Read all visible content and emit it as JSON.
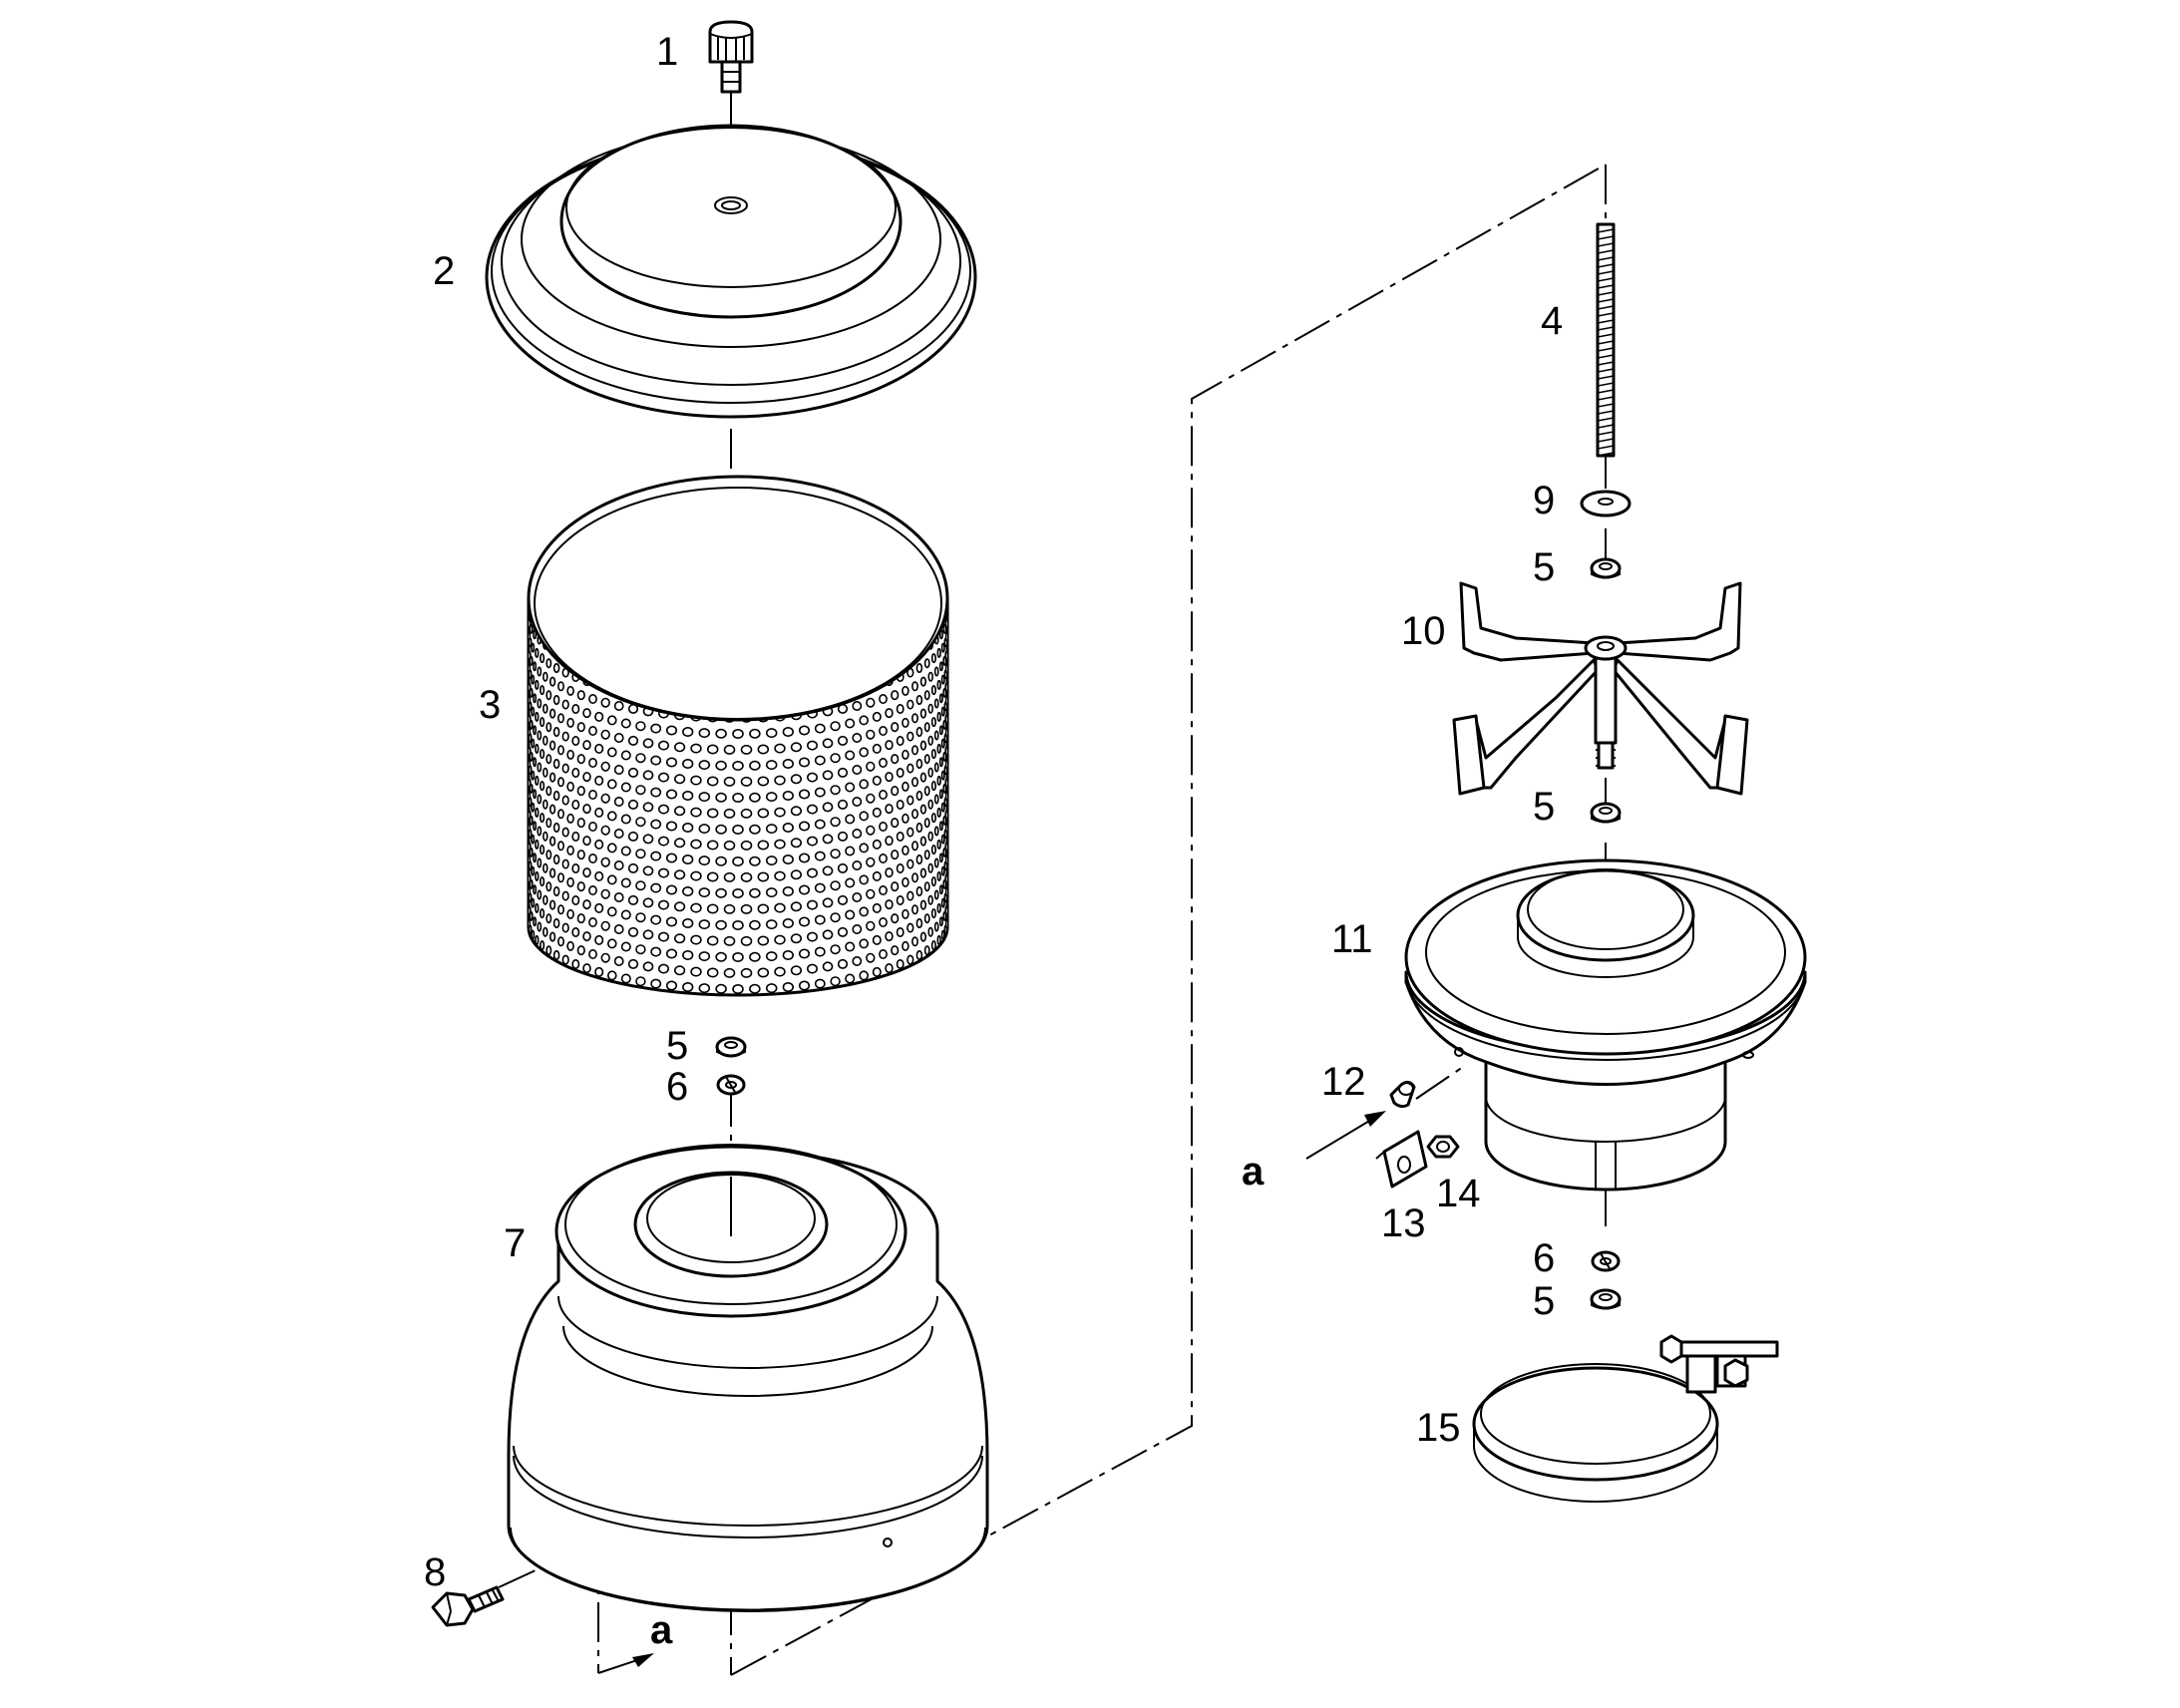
{
  "callouts": {
    "c1": "1",
    "c2": "2",
    "c3": "3",
    "c4": "4",
    "c5a": "5",
    "c6a": "6",
    "c7": "7",
    "c8": "8",
    "c9": "9",
    "c5b": "5",
    "c10": "10",
    "c5c": "5",
    "c11": "11",
    "c12": "12",
    "c13": "13",
    "c14": "14",
    "c6b": "6",
    "c5d": "5",
    "c15": "15",
    "a_left": "a",
    "a_right": "a"
  }
}
